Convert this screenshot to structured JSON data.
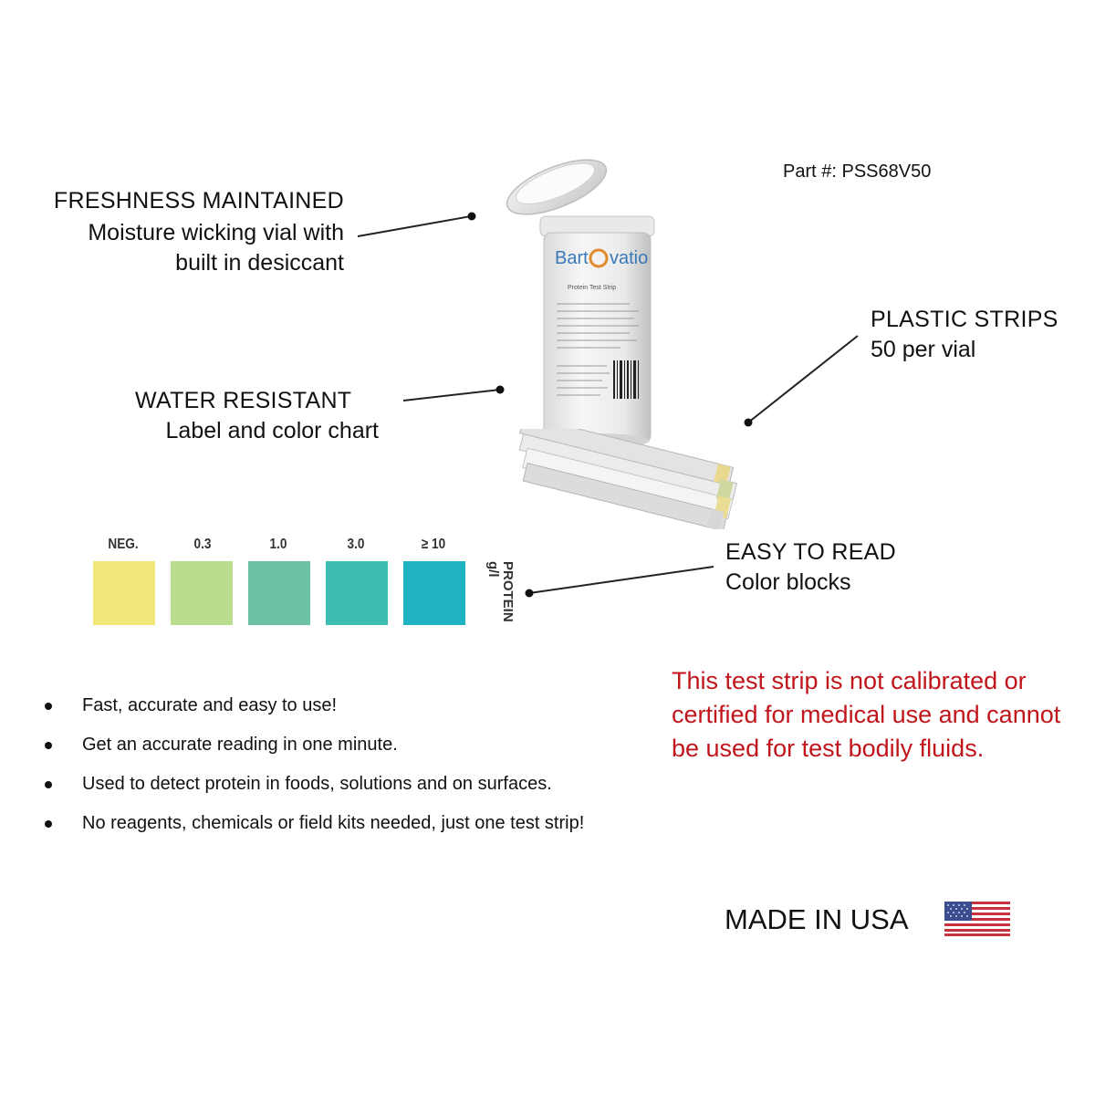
{
  "part_number": "Part #: PSS68V50",
  "callouts": {
    "freshness": {
      "title": "FRESHNESS MAINTAINED",
      "line1": "Moisture wicking vial with",
      "line2": "built in desiccant"
    },
    "water": {
      "title": "WATER RESISTANT",
      "line1": "Label and color chart"
    },
    "plastic": {
      "title": "PLASTIC STRIPS",
      "line1": "50 per vial"
    },
    "easy": {
      "title": "EASY TO READ",
      "line1": "Color blocks"
    }
  },
  "vial": {
    "brand": "Bart",
    "brand_suffix": "vatio",
    "product": "Protein Test Strip"
  },
  "color_chart": {
    "axis_label_line1": "PROTEIN",
    "axis_label_line2": "g/l",
    "blocks": [
      {
        "label": "NEG.",
        "color": "#f0e77a"
      },
      {
        "label": "0.3",
        "color": "#b9dc8f"
      },
      {
        "label": "1.0",
        "color": "#6cc3a3"
      },
      {
        "label": "3.0",
        "color": "#3dbdb1"
      },
      {
        "label": "≥ 10",
        "color": "#1fb3c1"
      }
    ]
  },
  "features": [
    "Fast, accurate and easy to use!",
    "Get an accurate reading in one minute.",
    "Used to detect protein in foods, solutions and on surfaces.",
    "No reagents, chemicals or field kits needed, just one test strip!"
  ],
  "warning": "This test strip is not calibrated or certified for medical use and cannot be used for test bodily fluids.",
  "made_in": "MADE IN USA",
  "colors": {
    "warning": "#c0161b",
    "flag_red": "#c8313e",
    "flag_blue": "#3c4d8f"
  },
  "icons": {
    "flag": "us-flag-icon",
    "vial": "vial-icon",
    "strips": "test-strips-icon"
  }
}
